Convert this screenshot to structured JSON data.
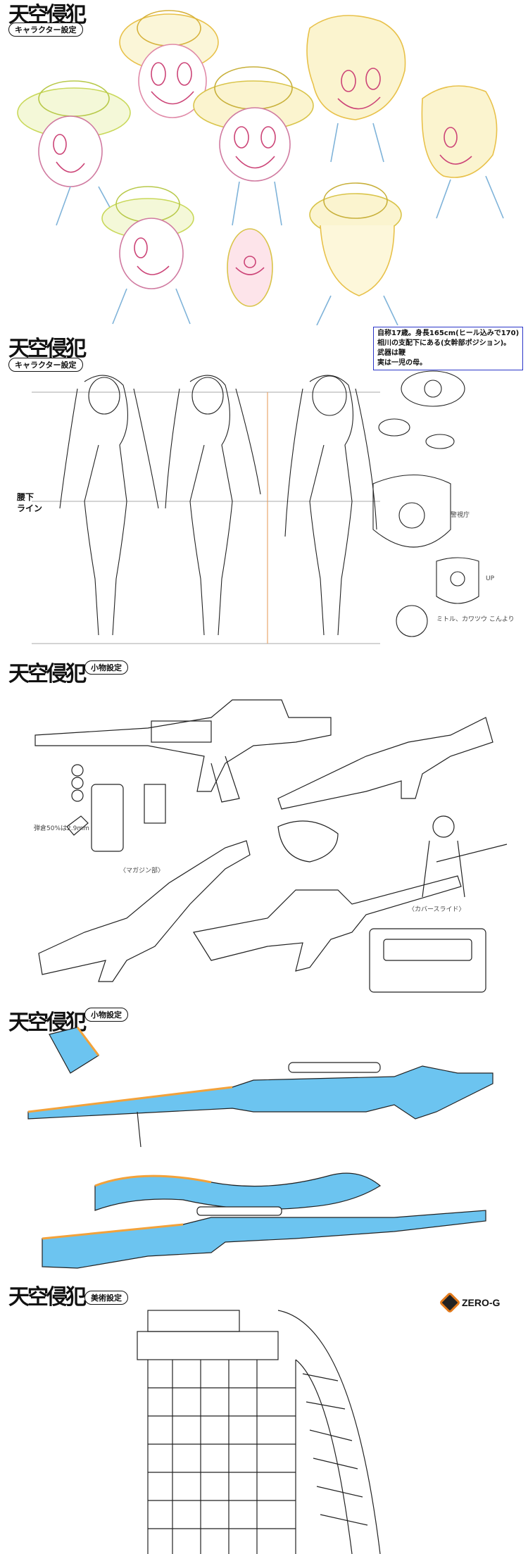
{
  "logo": {
    "title": "天空侵犯",
    "subtitle": "てんくうしんぱん"
  },
  "sheets": {
    "character1": {
      "tag": "キャラクター設定"
    },
    "character2": {
      "tag": "キャラクター設定",
      "note": [
        "自称17歳。身長165cm(ヒール込みで170)",
        "相川の支配下にある(女幹部ポジション)。",
        "武器は鞭",
        "実は一児の母。"
      ],
      "side_label": [
        "腰下",
        "ライン"
      ],
      "annotations": [
        "警視庁",
        "UP",
        "ミトル、カワツウ こんより"
      ]
    },
    "props1": {
      "tag": "小物設定",
      "annotations": [
        "弾倉50%は2.9mm",
        "〈マガジン部〉",
        "〈カバースライド〉"
      ]
    },
    "props2": {
      "tag": "小物設定"
    },
    "art": {
      "tag": "美術設定",
      "brand": "ZERO-G"
    }
  },
  "colors": {
    "accent_blue": "#2a35c8",
    "rifle_blue": "#6cc4f0",
    "rifle_orange": "#f3a23a",
    "line": "#222222"
  }
}
